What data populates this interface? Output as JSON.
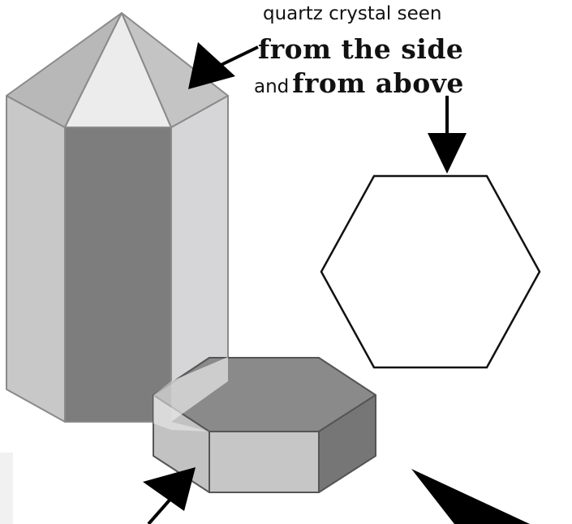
{
  "caption": {
    "line1": "quartz crystal seen",
    "line2": "from the side",
    "line3_prefix": "and",
    "line3_bold": "from above"
  },
  "colors": {
    "background": "#ffffff",
    "stroke": "#888888",
    "outline": "#111111",
    "arrow": "#000000",
    "face_light": "#c9c9c9",
    "face_tip": "#ececec",
    "face_dark": "#7d7d7d",
    "face_right": "#d6d6d8",
    "slab_top": "#8a8a8a",
    "slab_front": "#c4c4c4",
    "slab_right": "#7a7a7a"
  },
  "icons": [
    "arrow-to-side-view",
    "arrow-to-top-view",
    "arrow-to-slab",
    "arrow-corner"
  ]
}
